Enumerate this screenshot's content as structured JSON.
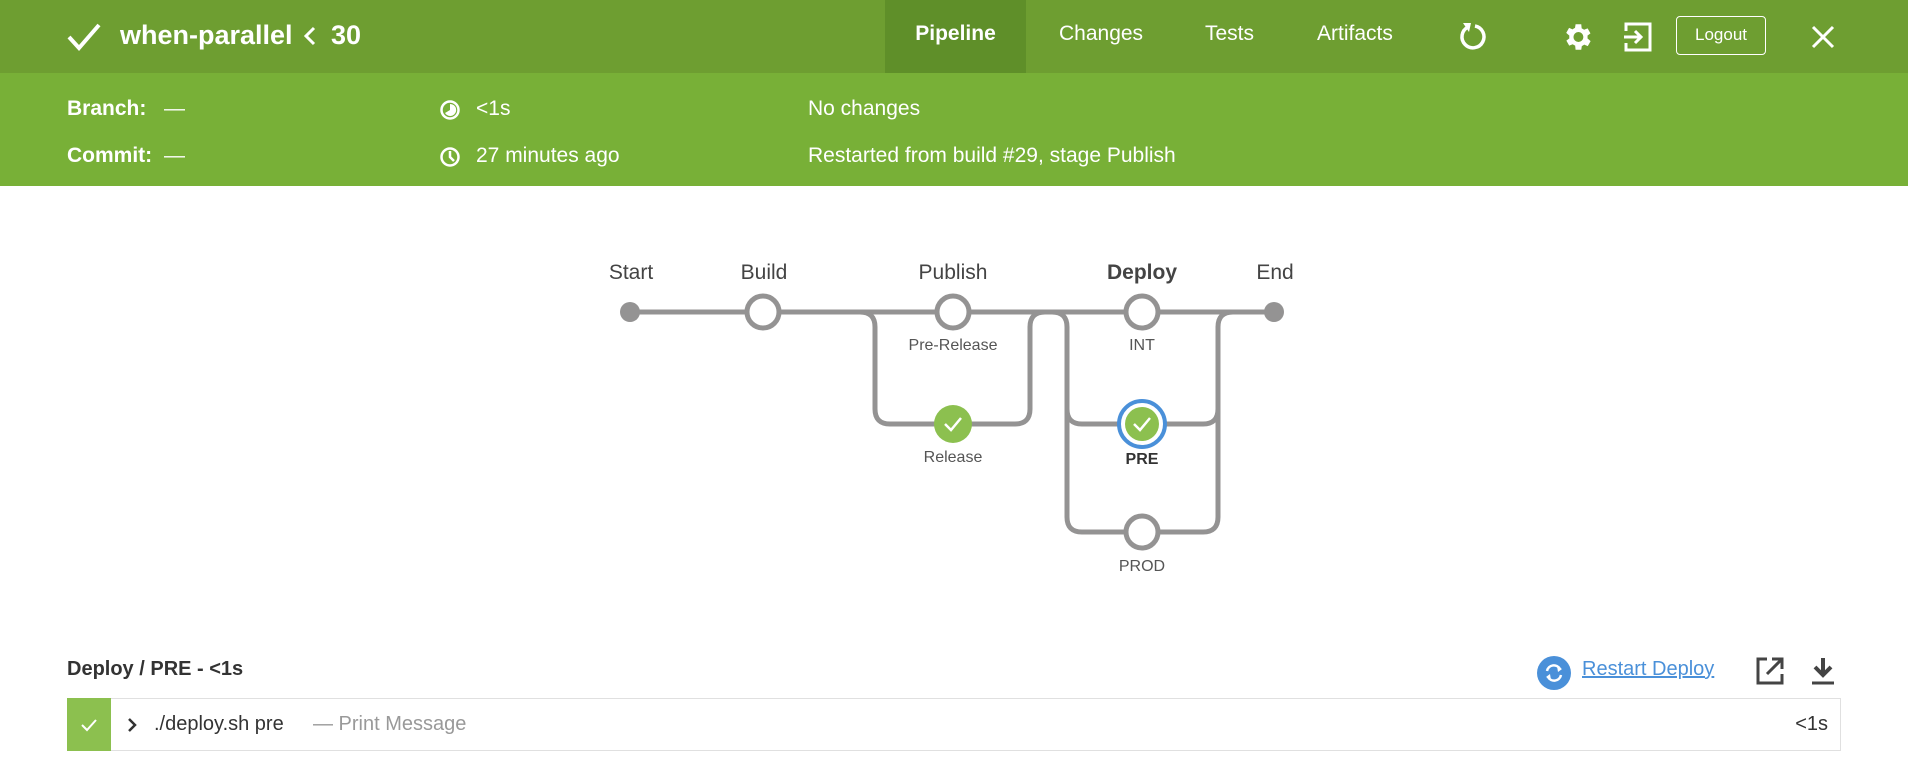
{
  "header": {
    "status_icon": "check-icon",
    "title": "when-parallel",
    "run_number": "30",
    "tabs": [
      "Pipeline",
      "Changes",
      "Tests",
      "Artifacts"
    ],
    "active_tab": "Pipeline",
    "logout_label": "Logout",
    "colors": {
      "header": "#6e9e31",
      "subheader": "#78b037",
      "active_tab": "#5f8f29"
    }
  },
  "summary": {
    "branch_label": "Branch:",
    "branch_value": "—",
    "commit_label": "Commit:",
    "commit_value": "—",
    "duration": "<1s",
    "started": "27 minutes ago",
    "changes": "No changes",
    "cause": "Restarted from build #29, stage Publish"
  },
  "graph": {
    "stages": [
      "Start",
      "Build",
      "Publish",
      "Deploy",
      "End"
    ],
    "selected_stage": "Deploy",
    "parallel": {
      "publish": [
        "Pre-Release",
        "Release"
      ],
      "deploy": [
        "INT",
        "PRE",
        "PROD"
      ]
    },
    "selected_node": "PRE",
    "success_color": "#8cc04f",
    "selected_color": "#4a90d9"
  },
  "detail": {
    "heading": "Deploy / PRE - <1s",
    "restart_label": "Restart Deploy",
    "steps": [
      {
        "command": "./deploy.sh pre",
        "description": "— Print Message",
        "duration": "<1s",
        "status": "success"
      }
    ]
  }
}
